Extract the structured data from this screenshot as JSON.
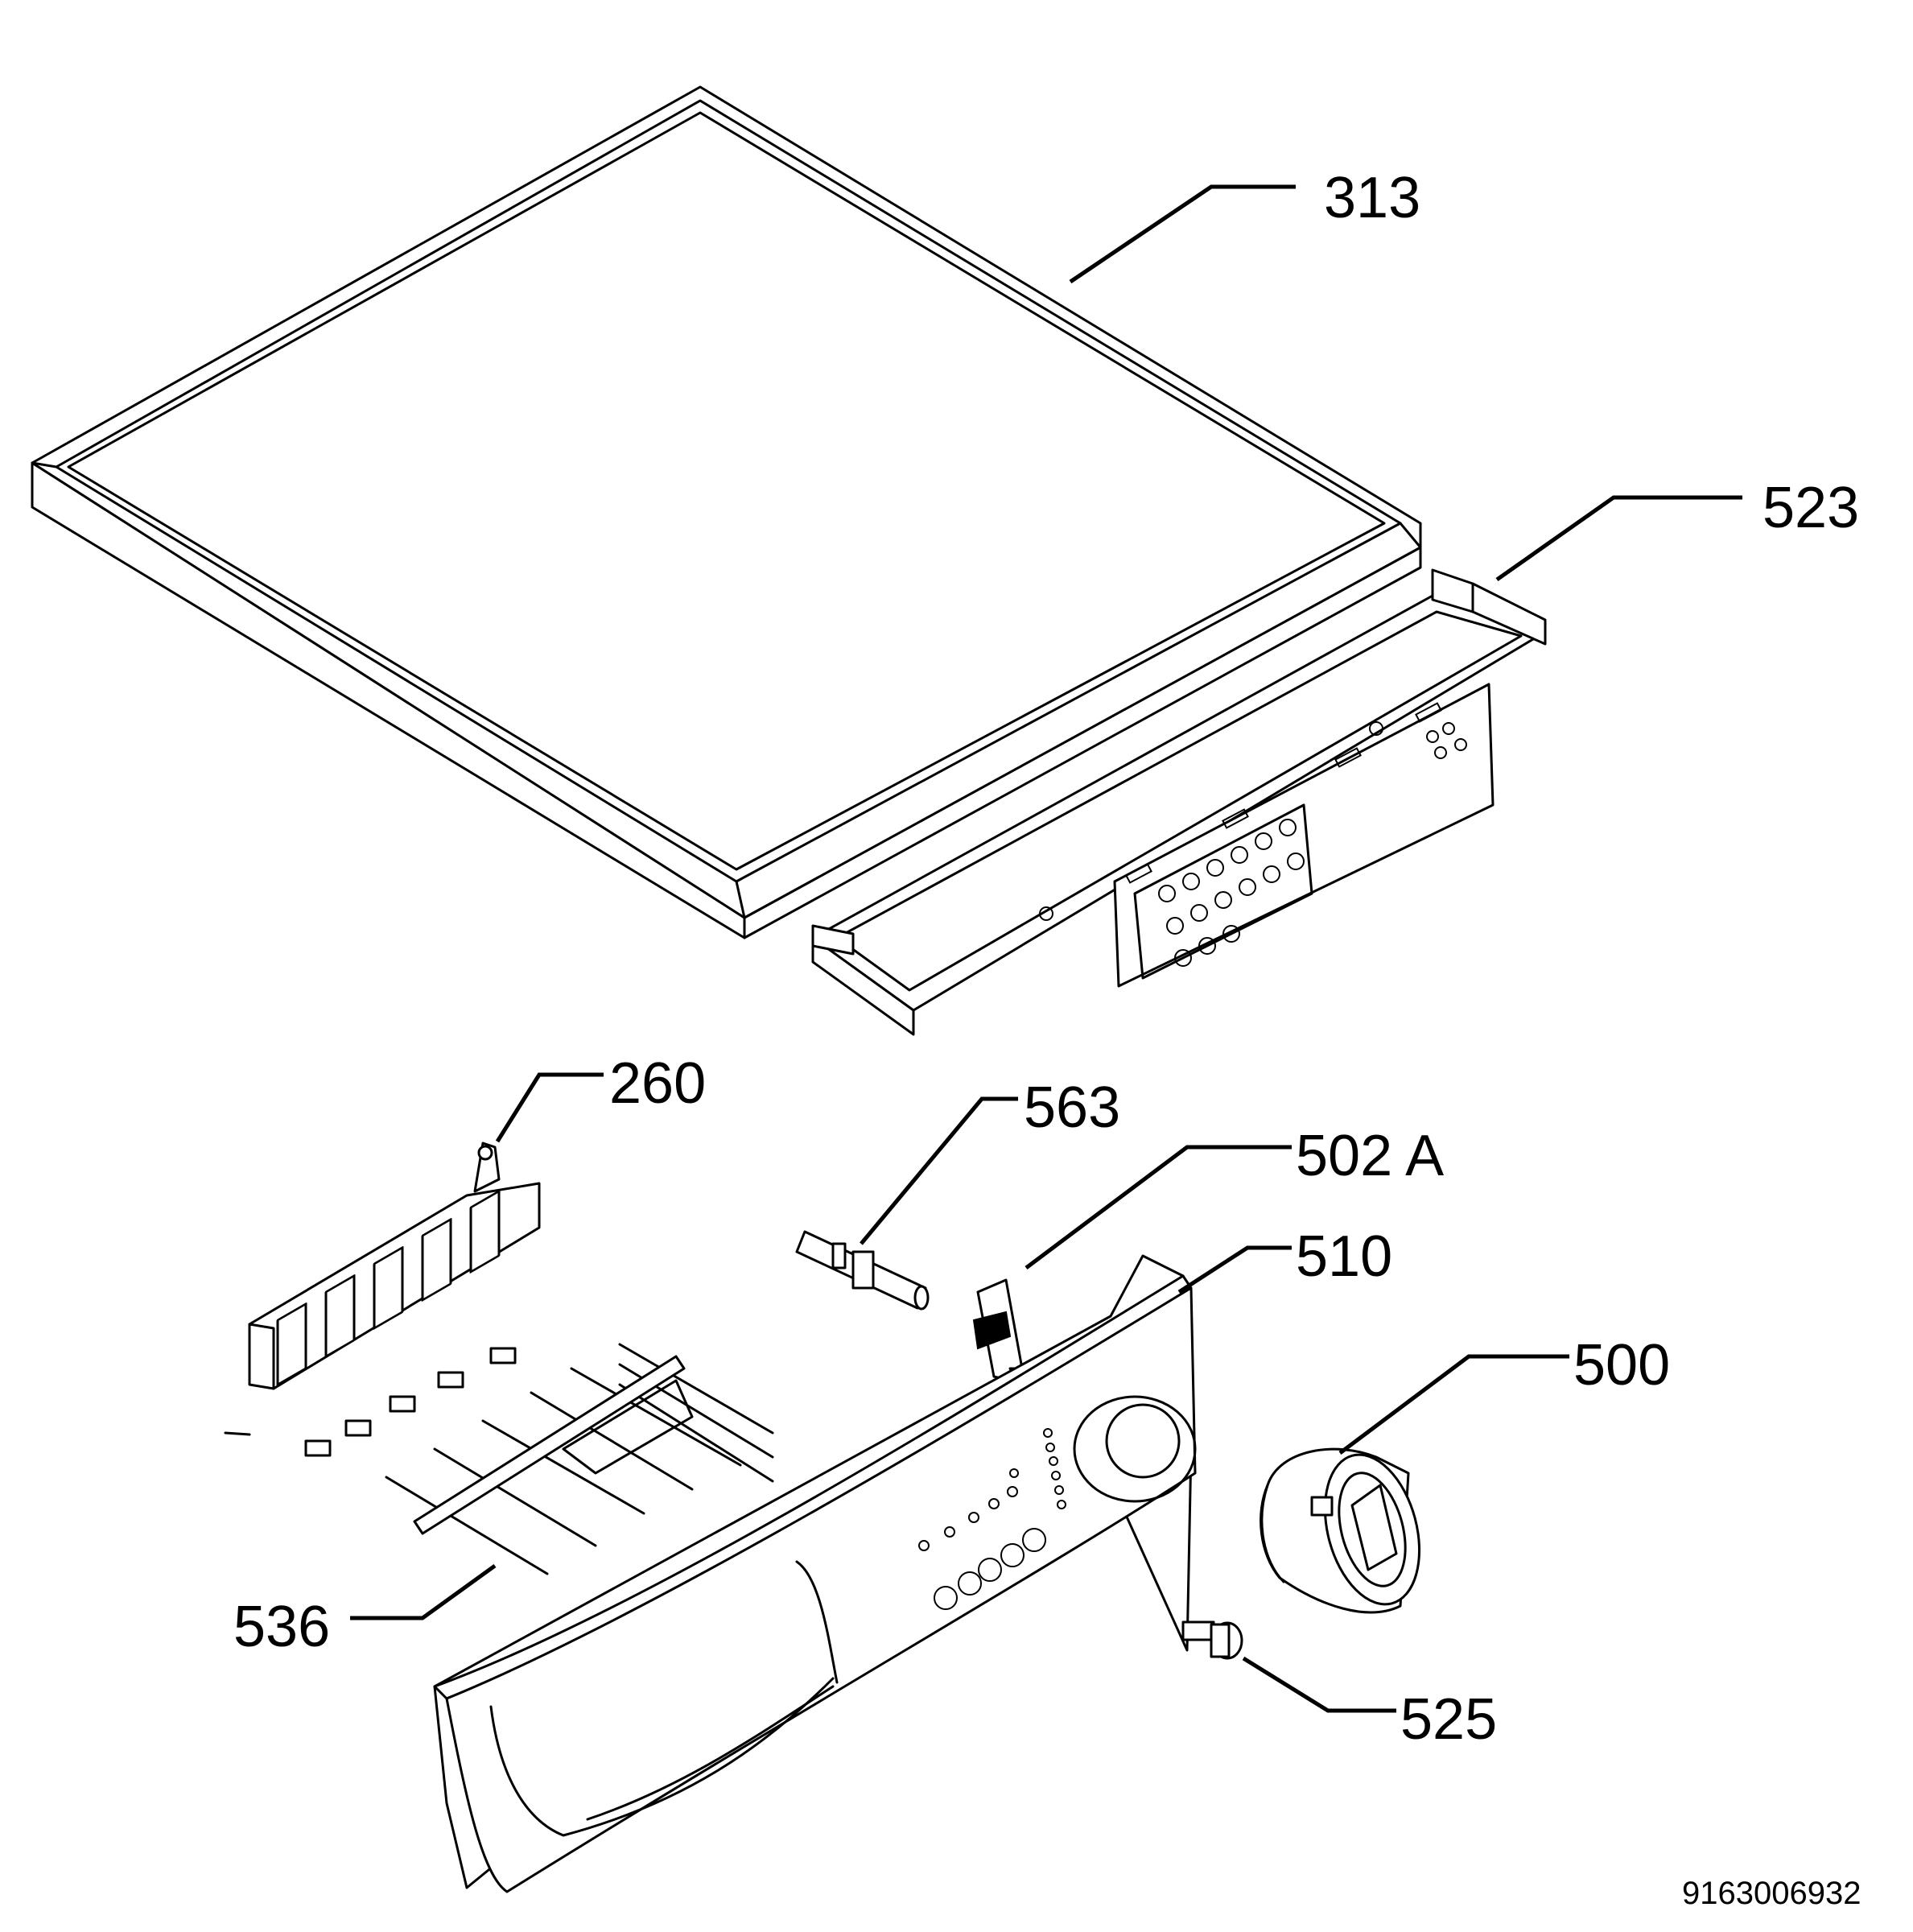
{
  "callouts": [
    {
      "id": "top-lid",
      "label": "313"
    },
    {
      "id": "rear-bracket",
      "label": "523"
    },
    {
      "id": "dispenser-frame",
      "label": "260"
    },
    {
      "id": "light-pipe",
      "label": "563"
    },
    {
      "id": "clip",
      "label": "502 A"
    },
    {
      "id": "control-panel",
      "label": "510"
    },
    {
      "id": "knob",
      "label": "500"
    },
    {
      "id": "button-rods",
      "label": "536"
    },
    {
      "id": "small-button",
      "label": "525"
    }
  ],
  "document_number": "9163006932"
}
